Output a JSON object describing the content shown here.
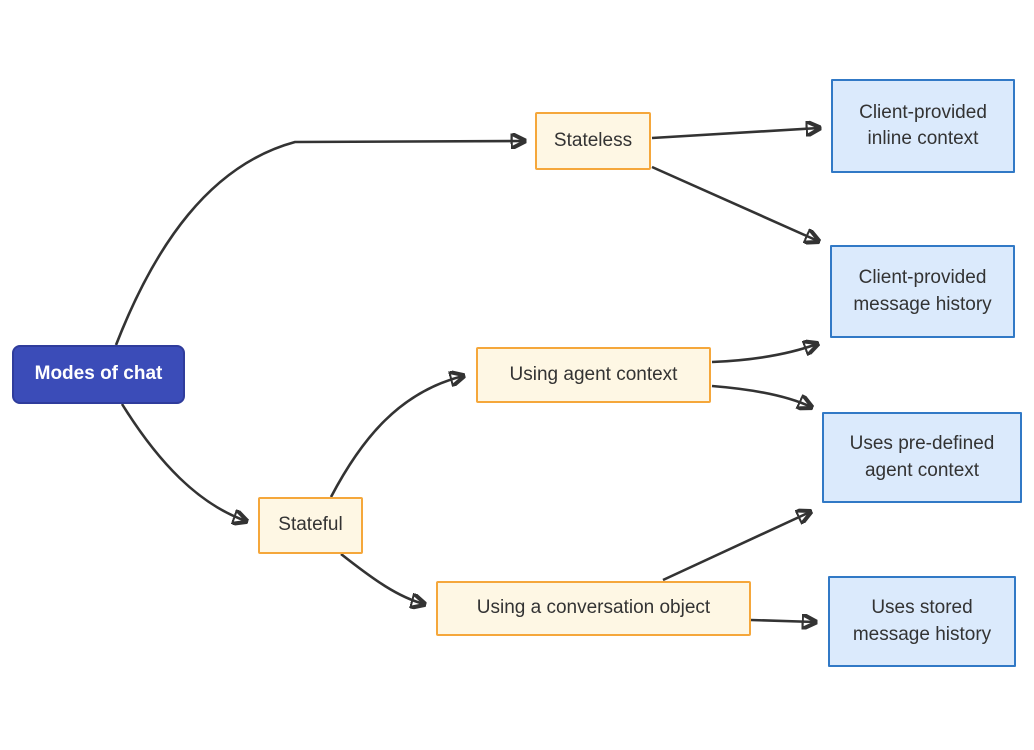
{
  "diagram": {
    "type": "flowchart-lr",
    "title": "Modes of chat",
    "nodes": {
      "root": {
        "label": "Modes of chat",
        "kind": "root"
      },
      "stateless": {
        "label": "Stateless",
        "kind": "branch"
      },
      "stateful": {
        "label": "Stateful",
        "kind": "branch"
      },
      "agent_context": {
        "label": "Using agent context",
        "kind": "branch"
      },
      "conversation_object": {
        "label": "Using a conversation object",
        "kind": "branch"
      },
      "inline_context": {
        "label": "Client-provided inline context",
        "kind": "leaf"
      },
      "message_history": {
        "label": "Client-provided message history",
        "kind": "leaf"
      },
      "predefined_agent_context": {
        "label": "Uses pre-defined agent context",
        "kind": "leaf"
      },
      "stored_message_history": {
        "label": "Uses stored message history",
        "kind": "leaf"
      }
    },
    "edges": [
      {
        "from": "root",
        "to": "stateless"
      },
      {
        "from": "root",
        "to": "stateful"
      },
      {
        "from": "stateless",
        "to": "inline_context"
      },
      {
        "from": "stateless",
        "to": "message_history"
      },
      {
        "from": "agent_context",
        "to": "message_history"
      },
      {
        "from": "agent_context",
        "to": "predefined_agent_context"
      },
      {
        "from": "stateful",
        "to": "agent_context"
      },
      {
        "from": "stateful",
        "to": "conversation_object"
      },
      {
        "from": "conversation_object",
        "to": "predefined_agent_context"
      },
      {
        "from": "conversation_object",
        "to": "stored_message_history"
      }
    ],
    "style": {
      "root_fill": "#3B4CB8",
      "root_border": "#2F3C9C",
      "root_text": "#FFFFFF",
      "branch_fill": "#FEF7E4",
      "branch_border": "#F5A73B",
      "leaf_fill": "#DBEAFC",
      "leaf_border": "#3179C6",
      "edge_color": "#333333",
      "text_color": "#333333"
    }
  }
}
